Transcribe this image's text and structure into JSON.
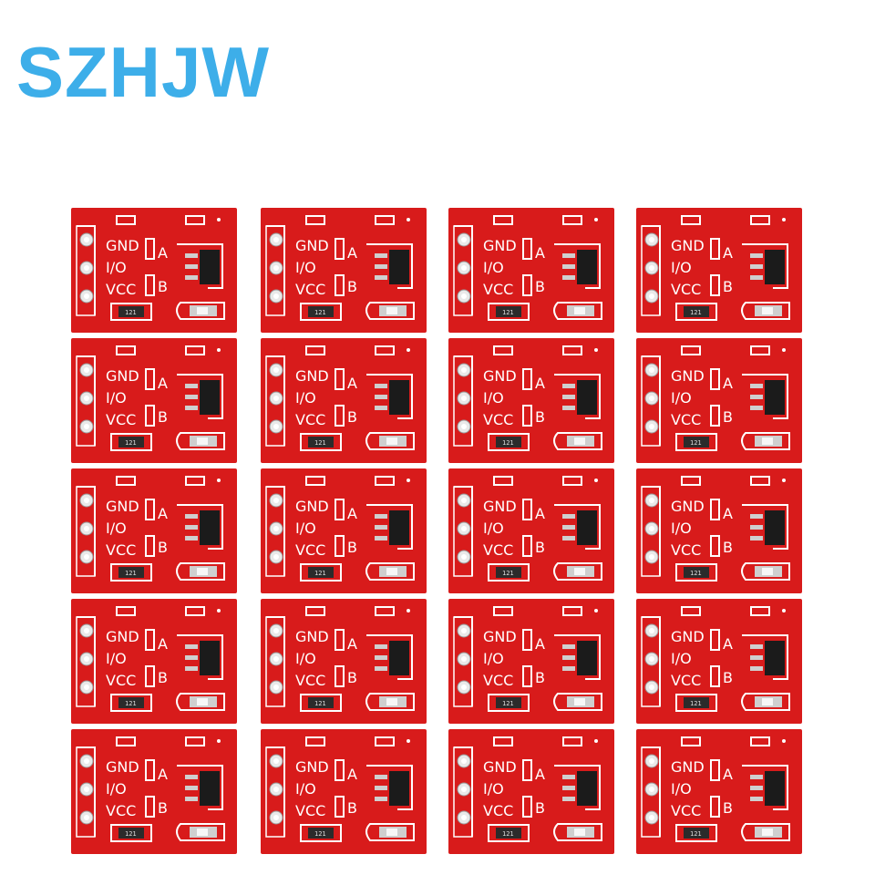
{
  "brand": {
    "text": "SZHJW",
    "color": "#3daee9"
  },
  "board": {
    "pin_labels": [
      "GND",
      "I/O",
      "VCC"
    ],
    "jumper_labels": [
      "A",
      "B"
    ],
    "resistor_code": "121",
    "pcb_color": "#d81b1b"
  },
  "layout": {
    "rows": 5,
    "cols": 4
  }
}
